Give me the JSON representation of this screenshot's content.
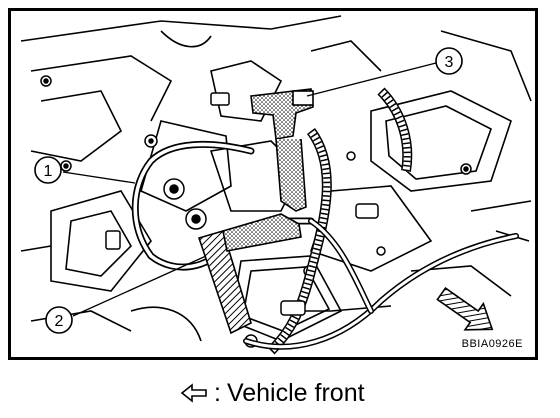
{
  "diagram": {
    "callouts": [
      {
        "number": "1"
      },
      {
        "number": "2"
      },
      {
        "number": "3"
      }
    ],
    "figure_code": "BBIA0926E",
    "caption": {
      "separator": ":",
      "label": "Vehicle front"
    },
    "icons": {
      "vehicle_front_arrow": "outline-left-arrow-icon",
      "direction_arrow": "striped-arrow-icon"
    },
    "colors": {
      "ink": "#000000",
      "paper": "#ffffff"
    }
  }
}
